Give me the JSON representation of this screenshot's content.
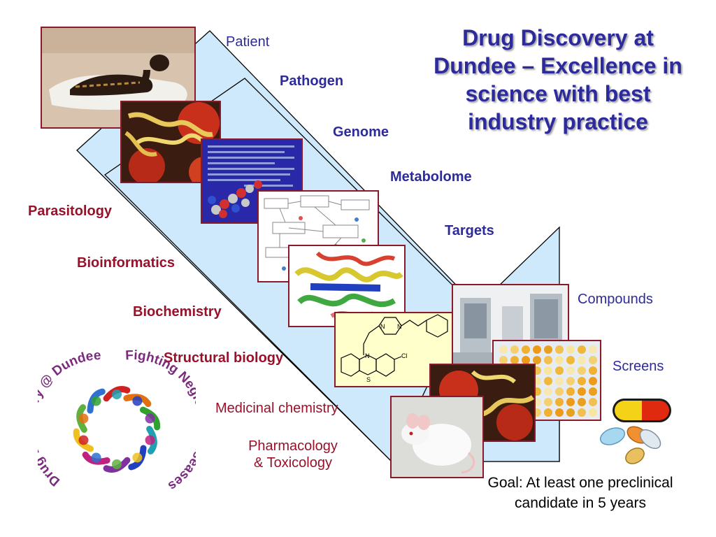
{
  "title": "Drug Discovery at Dundee – Excellence in science with best industry practice",
  "science_stages": {
    "patient": "Patient",
    "pathogen": "Pathogen",
    "genome": "Genome",
    "metabolome": "Metabolome",
    "targets": "Targets",
    "compounds": "Compounds",
    "screens": "Screens"
  },
  "disciplines": {
    "parasitology": "Parasitology",
    "bioinformatics": "Bioinformatics",
    "biochemistry": "Biochemistry",
    "structural_biology": "Structural biology",
    "medicinal_chemistry": "Medicinal chemistry",
    "pharmacology_line1": "Pharmacology",
    "pharmacology_line2": "& Toxicology"
  },
  "goal": {
    "line1": "Goal: At least one preclinical",
    "line2": "candidate in 5 years"
  },
  "logo": {
    "left_arc": "Drug Discovery @ Dundee",
    "right_arc": "Fighting Neglected Diseases"
  },
  "molecule_labels": {
    "n1": "N",
    "n2": "N",
    "n3": "N",
    "s": "S",
    "cl": "Cl"
  },
  "colors": {
    "title": "#2d2a9c",
    "discipline": "#98112a",
    "funnel_fill": "#cde9fb",
    "frame": "#8a1a2a"
  }
}
